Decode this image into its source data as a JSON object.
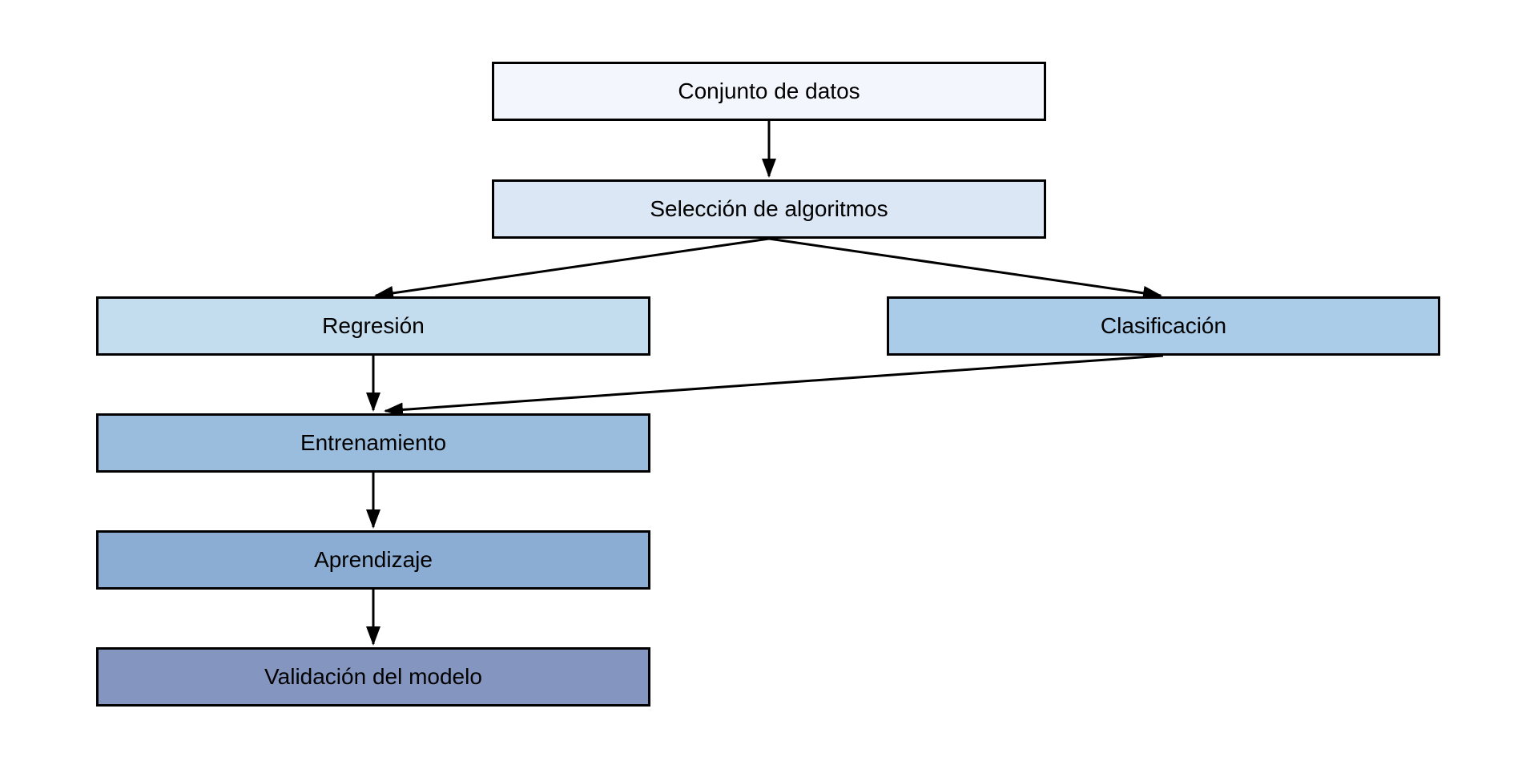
{
  "diagram": {
    "type": "flowchart",
    "language": "es",
    "background": "#ffffff",
    "nodes": [
      {
        "id": "dataset",
        "label": "Conjunto de datos",
        "fill": "#f4f6fd"
      },
      {
        "id": "algorithm-selection",
        "label": "Selección de algoritmos",
        "fill": "#dbe7f4"
      },
      {
        "id": "regression",
        "label": "Regresión",
        "fill": "#c4ddee"
      },
      {
        "id": "classification",
        "label": "Clasificación",
        "fill": "#aacce8"
      },
      {
        "id": "training",
        "label": "Entrenamiento",
        "fill": "#9abcdd"
      },
      {
        "id": "learning",
        "label": "Aprendizaje",
        "fill": "#8badd4"
      },
      {
        "id": "model-validation",
        "label": "Validación del modelo",
        "fill": "#8496c0"
      }
    ],
    "edges": [
      {
        "from": "dataset",
        "to": "algorithm-selection"
      },
      {
        "from": "algorithm-selection",
        "to": "regression"
      },
      {
        "from": "algorithm-selection",
        "to": "classification"
      },
      {
        "from": "regression",
        "to": "training"
      },
      {
        "from": "classification",
        "to": "training"
      },
      {
        "from": "training",
        "to": "learning"
      },
      {
        "from": "learning",
        "to": "model-validation"
      }
    ],
    "colors": {
      "border": "#000000",
      "arrow": "#000000",
      "text": "#000000"
    }
  }
}
